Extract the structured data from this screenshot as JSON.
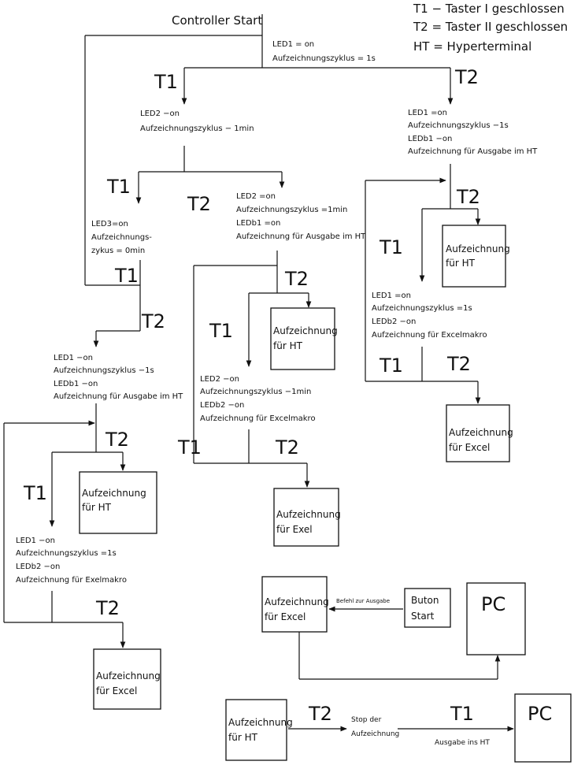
{
  "title": "Controller Start",
  "legend": [
    "T1 − Taster I geschlossen",
    "T2 = Taster II geschlossen",
    "HT = Hyperterminal"
  ],
  "transition_labels": {
    "t1": "T1",
    "t2": "T2"
  },
  "states": {
    "s0": [
      "LED1 = on",
      "Aufzeichnungszyklus = 1s"
    ],
    "s1": [
      "LED2 −on",
      "Aufzeichnungszyklus − 1min"
    ],
    "s2": [
      "LED1 =on",
      "Aufzeichnungszyklus −1s",
      "LEDb1 −on",
      "Aufzeichnung für Ausgabe im HT"
    ],
    "s3": [
      "LED3=on",
      "Aufzeichnungs-",
      "zykus = 0min"
    ],
    "s4": [
      "LED2 =on",
      "Aufzeichnungszyklus =1min",
      "LEDb1 =on",
      "Aufzeichnung für Ausgabe im HT"
    ],
    "s5": [
      "LED1 =on",
      "Aufzeichnungszyklus =1s",
      "LEDb2 −on",
      "Aufzeichnung für Excelmakro"
    ],
    "s6": [
      "LED1 −on",
      "Aufzeichnungszyklus −1s",
      "LEDb1 −on",
      "Aufzeichnung für Ausgabe im HT"
    ],
    "s7": [
      "LED2 −on",
      "Aufzeichnungszyklus −1min",
      "LEDb2 −on",
      "Aufzeichnung für Excelmakro"
    ],
    "s8": [
      "LED1 −on",
      "Aufzeichnungszyklus =1s",
      "LEDb2 −on",
      "Aufzeichnung für Exelmakro"
    ]
  },
  "boxes": {
    "ht1": [
      "Aufzeichnung",
      "für HT"
    ],
    "ht2": [
      "Aufzeichnung",
      "für HT"
    ],
    "ht3": [
      "Aufzeichnung",
      "für HT"
    ],
    "excel1": [
      "Aufzeichnung",
      "für Excel"
    ],
    "exel2": [
      "Aufzeichnung",
      "für Exel"
    ],
    "excel3": [
      "Aufzeichnung",
      "für Excel"
    ],
    "excel4": [
      "Aufzeichnung",
      "für Excel"
    ],
    "ht4": [
      "Aufzeichnung",
      "für HT"
    ],
    "button": [
      "Buton",
      "Start"
    ]
  },
  "pc_label": "PC",
  "bottom_labels": {
    "befehl": "Befehl zur Ausgabe",
    "stop": [
      "Stop der",
      "Aufzeichnung"
    ],
    "ausgabe": "Ausgabe ins HT"
  }
}
